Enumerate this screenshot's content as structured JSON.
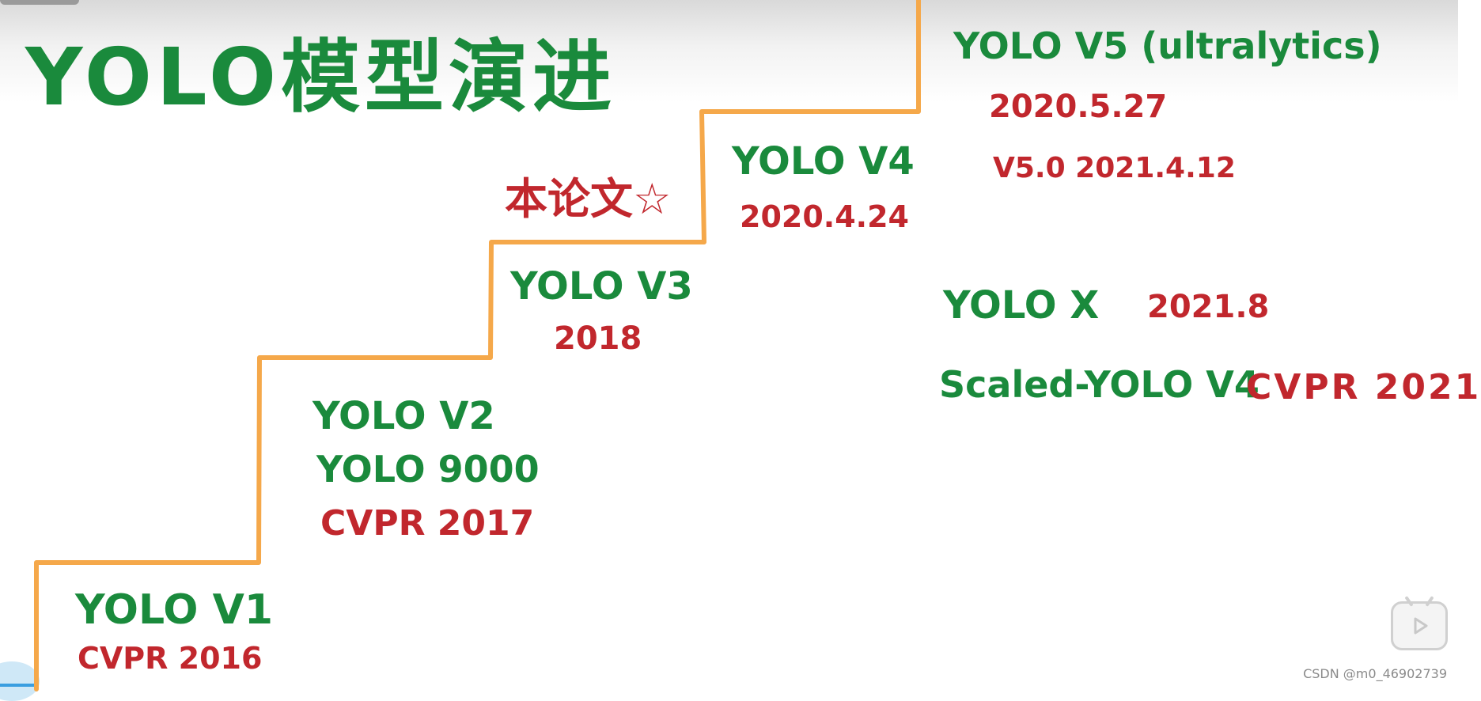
{
  "title": "YOLO模型演进",
  "steps": [
    {
      "name": "YOLO V1",
      "conference": "CVPR 2016"
    },
    {
      "name": "YOLO V2",
      "alias": "YOLO 9000",
      "conference": "CVPR 2017"
    },
    {
      "name": "YOLO V3",
      "year": "2018",
      "note": "本论文☆"
    },
    {
      "name": "YOLO V4",
      "date": "2020.4.24"
    },
    {
      "name": "YOLO V5 (ultralytics)",
      "date": "2020.5.27",
      "sub_release": "V5.0  2021.4.12"
    }
  ],
  "others": [
    {
      "name": "YOLO X",
      "date": "2021.8"
    },
    {
      "name": "Scaled-YOLO V4",
      "conference": "CVPR 2021"
    }
  ],
  "watermark": "CSDN @m0_46902739",
  "colors": {
    "model_name": "#1a8a3c",
    "date": "#c1272d",
    "stairs": "#f5a84a"
  },
  "icons": [
    "play-icon"
  ]
}
